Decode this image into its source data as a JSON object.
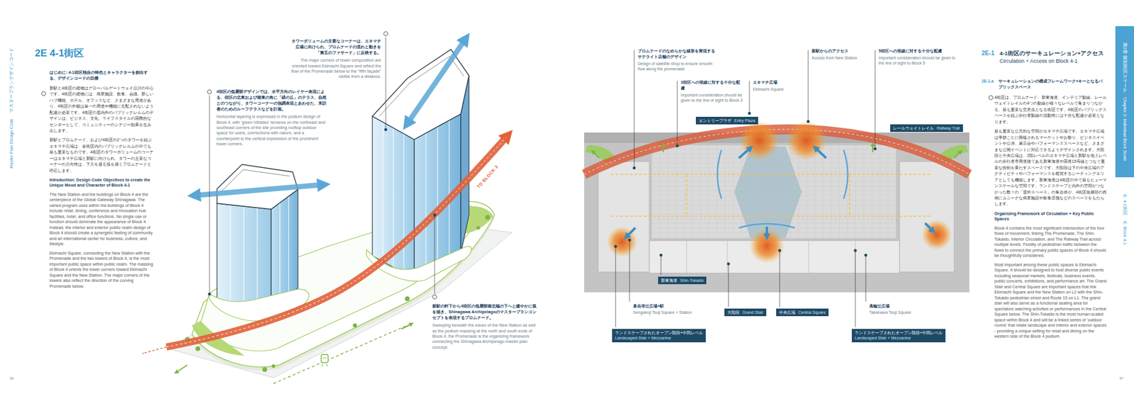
{
  "diagram": {
    "title": "2E 4-1街区",
    "nodes": [
      {
        "text": [
          "エントリープラザ",
          "Entry Plaza"
        ]
      },
      {
        "text": [
          "レールウェイトレイル",
          "Railway Trail"
        ]
      },
      {
        "text": [
          "新東海道",
          "Shin-Tokaido"
        ]
      },
      {
        "text": [
          "大階段",
          "Grand Stair"
        ]
      },
      {
        "text": [
          "中央広場",
          "Central Square"
        ]
      },
      {
        "text": [
          "ランドスケープされたオープン階段+中間レベル",
          "Landscaped Stair + Mezzanine"
        ]
      },
      {
        "text": [
          "ランドスケープされたオープン階段+中間レベル",
          "Landscaped Stair + Mezzanine"
        ]
      },
      {
        "text": [
          "第2章 個別街区スケール",
          "Chapter 2: Individual Block Scale"
        ]
      }
    ],
    "labels": [
      "Master Plan Design Code",
      "マスタープランデザインコード",
      "はじめに: 4-1街区独自の特色とキャラクターを創出する、デザインコードの目標",
      "新駅と4街区の建物はグローバルゲートウェイ品川の中心です。4街区の建物には、商業施設、飲食、会議、新しいハブ機能、ホテル、オフィスなど、さまざまな用途があり、4街区の外観は単一の用途や機能に支配されないよう配慮が必要です。4街区の屋内外のパブリックレルムのデザインは、ビジネス、文化、ライフスタイルの国際的なセンターとして、コミュニティーのシナジー効果を生み出します。",
      "新駅とプロムナード、および4街区の2つのタワーを結ぶエキマチ広場は、全街区内のパブリックレルムの中でも最も重要なものです。4街区のタワーボリュームのコーナーはエキマチ広場と新駅に向けられ、タワーの主要なコーナーの方向性は、下方を通る弧を描くプロムナードと呼応します。",
      "Introduction: Design Code Objectives to create the Unique Mood and Character of Block 4-1",
      "The New Station and the buildings on Block 4 are the centerpiece of the Global Gateway Shinagawa. The varied program uses within the buildings of Block 4 include retail, dining, conference and innovation hub facilities, hotel, and office functions. No single use or function should dominate the appearance of Block 4. Instead, the interior and exterior public realm design of Block 4 should create a synergetic feeling of community and an international center for business, culture, and lifestyle.",
      "Ekimachi Square, connecting the New Station with the Promenade and the two towers of Block 4, is the most important public space within public realm. The massing of Block 4 orients the tower corners toward Ekimachi Square and the New Station. The major corners of the towers also reflect the direction of the curving Promenade below.",
      "タワーボリュームの主要なコーナーは、エキマチ広場に向けられ、プロムナードの流れと動きを「第五のファサード」に反映する。",
      "The major corners of tower composition are oriented toward Ekimachi Square and reflect the flow of the Promenade below to the “fifth façade” visible from a distance.",
      "4街区の低層部デザインでは、水平方向のレイヤー表現による、街区の北東および南東の角に「緑の丘」のテラス、自然とのつながり、タワーコーナーの強調表現とあわせた、来訪者のためのルーフテラスなどを計画。",
      "Horizontal layering is expressed in the podium design of Block 4, with 'green hillsides' terraces on the northeast and southeast corners of the site providing rooftop outdoor space for users, connections with nature, and a counterpoint to the vertical expression of the prominent tower corners.",
      "TO BLOCK 3",
      "新駅の軒下から4街区の低層部南北端の下へと緩やかに弧を描き、Shinagawa Archipelagoのマスタープランコンセプトを表現するプロムナード。",
      "Sweeping beneath the eaves of the New Station as well as the podium massing at the north and south ends of Block 4, the Promenade is the organizing framework connecting the Shinagawa Archipelago master plan concept.",
      "96",
      "プロムナードのなめらかな線形を実現するサテライト店舗のデザイン",
      "Design of satellite shop to ensure smooth flow along the promenade",
      "3街区への視線に対する十分な配慮",
      "Important consideration should be given to the line of sight to Block 3",
      "エキマチ広場",
      "Ekimachi Square",
      "新駅からのアクセス",
      "Access from New Station",
      "5街区への視線に対する十分な配慮",
      "Important consideration should be given to the line of sight to Block 5",
      "泉岳寺辻広場+駅",
      "Sengakuji Tsuji Square + Station",
      "高輪辻広場",
      "Takanawa Tsuji Square",
      "2E-1",
      "4-1街区のサーキュレーション+アクセス",
      "Circulation + Access on Block 4-1",
      "2E-1.a",
      "サーキュレーションの構成フレームワーク+キーとなるパブリックスペース",
      "4街区は、プロムナード、新東海道、インテリア動線、レールウェイトレイルの4つの動線が様々なレベルで集まりつながる、最も重要な交差点となる街区です。4街区のパブリックスペースを結ぶ歩行者動線の流動性には十分な配慮が必要となります。",
      "最も重要な公共的な空間がエキマチ広場です。エキマチ広場は季節ごとに開催されるマーケットやお祭り、ビジネスイベントや公演、展示会やパフォーマンススペースなど、さまざまな公開イベントに対応できるようデザインされます。大階段と中央広場は、2階レベルのエキマチ広場と新駅を地上レベルの歩行者専用道路である新東海道や国道15号線とつなぐ重要な役割を果たすスペースです。大階段は下の中央広場のアクティビティやパフォーマンスを鑑賞するシーティングエリアとしても機能します。新東海道は4街区の中で最もヒューマンスケールな空間です。ランドスケープと内外の空間がつながった数々の「屋外スペース」の集合体が、4街区低層部の西側にユニークな商業施設や飲食店舗などのスペースをもたらします。",
      "Organizing Framework of Circulation + Key Public Spaces",
      "Block 4 contains the most significant intersection of the four flows of movement, linking The Promenade, The Shin-Tokaido, Interior Circulation, and The Railway Trail across multiple levels. Fluidity of pedestrian traffic between the flows to connect the primary public spaces of Block 4 should be thoughtfully considered.",
      "Most important among these public spaces is Ekimachi Square. It should be designed to host diverse public events including seasonal markets, festivals, business events, public concerts, exhibitions, and performance art. The Grand Stair and Central Square are important spaces that link Ekimachi Square and the New Station on L2 with the Shin-Tokaido pedestrian street and Route 15 on L1. The grand stair will also serve as a functional seating area for spectators watching activities or performances in the Central Square below. The Shin-Tokaido is the most human-scaled space within Block 4 and will be a linked series of 'outdoor rooms' that relate landscape and interior and exterior spaces - providing a unique setting for retail and dining on the western side of the Block 4 podium.",
      "E. 4-1街区",
      "E. Block 4-1",
      "97"
    ]
  }
}
